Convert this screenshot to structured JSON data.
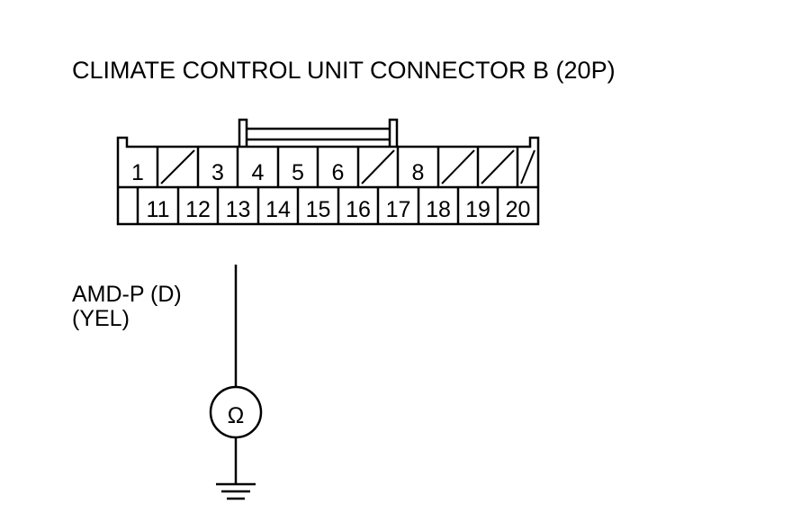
{
  "title": "CLIMATE CONTROL UNIT CONNECTOR B (20P)",
  "connector": {
    "top_row": [
      "1",
      "",
      "3",
      "4",
      "5",
      "6",
      "",
      "8",
      "",
      "",
      ""
    ],
    "bottom_row": [
      "",
      "11",
      "12",
      "13",
      "14",
      "15",
      "16",
      "17",
      "18",
      "19",
      "20"
    ],
    "probed_pin": "13"
  },
  "wire": {
    "signal": "AMD-P (D)",
    "color": "(YEL)"
  },
  "meter": {
    "symbol": "Ω",
    "icon": "ohmmeter-icon"
  },
  "ground": {
    "icon": "ground-icon"
  }
}
